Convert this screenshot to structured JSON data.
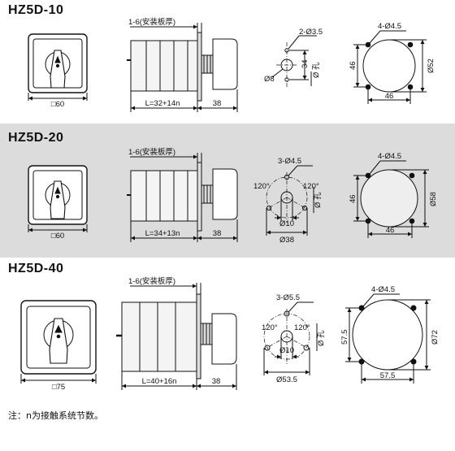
{
  "models": [
    {
      "title": "HZ5D-10",
      "front_size": "□60",
      "panel_thickness": "1-6(安装板厚)",
      "body_length": "L=32+14n",
      "shaft_length": "38",
      "hole_spec": "2-Ø3.5",
      "hole_dim": "34",
      "shaft_dia": "Ø8",
      "cutout_note": "Ø 孔",
      "mount_holes": "4-Ø4.5",
      "mount_side": "46",
      "mount_bottom": "46",
      "mount_dia": "Ø52"
    },
    {
      "title": "HZ5D-20",
      "front_size": "□60",
      "panel_thickness": "1-6(安装板厚)",
      "body_length": "L=34+13n",
      "shaft_length": "38",
      "hole_spec": "3-Ø4.5",
      "angle_left": "120°",
      "angle_right": "120°",
      "center_hole": "Ø10",
      "pcd": "Ø38",
      "cutout_note": "Ø 孔",
      "mount_holes": "4-Ø4.5",
      "mount_side": "46",
      "mount_bottom": "46",
      "mount_dia": "Ø58"
    },
    {
      "title": "HZ5D-40",
      "front_size": "□75",
      "panel_thickness": "1-6(安装板厚)",
      "body_length": "L=40+16n",
      "shaft_length": "38",
      "hole_spec": "3-Ø5.5",
      "angle_left": "120°",
      "angle_right": "120°",
      "center_hole": "Ø10",
      "pcd": "Ø53.5",
      "cutout_note": "Ø 孔",
      "mount_holes": "4-Ø4.5",
      "mount_side": "57.5",
      "mount_bottom": "57.5",
      "mount_dia": "Ø72"
    }
  ],
  "note": "注：n为接触系统节数。",
  "colors": {
    "line": "#111111",
    "band": "#dcdcdc",
    "body_fill": "#f4f4f4",
    "handle_fill": "#ffffff"
  }
}
